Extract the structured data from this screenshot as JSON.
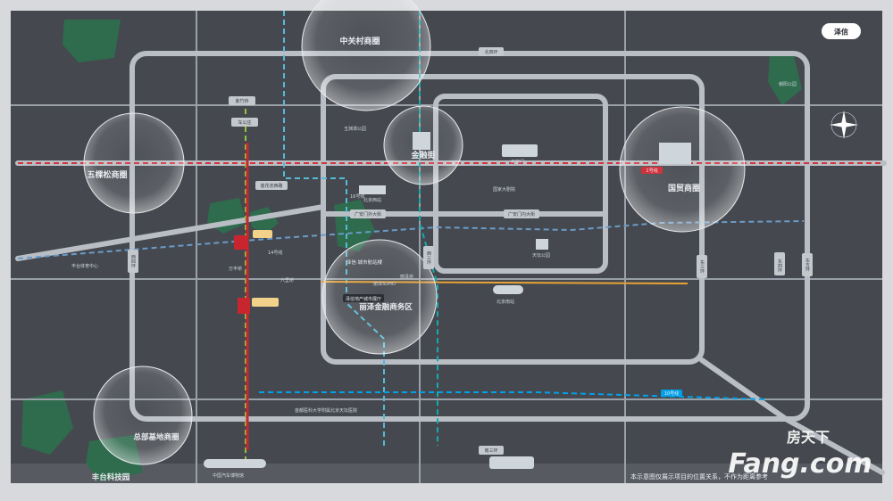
{
  "districts": {
    "zhongguancun": "中关村商圈",
    "wukesong": "五棵松商圈",
    "jinrongjie": "金融街",
    "guomao": "国贸商圈",
    "lize": "丽泽金融商务区",
    "fengtai_headquarters": "总部基地商圈",
    "fengtai_tech": "丰台科技园"
  },
  "ring_roads": {
    "north_4th": "北四环",
    "east_4th": "东四环",
    "east_3rd": "东三环",
    "west_3rd": "西三环",
    "west_4th": "西四环",
    "south_3rd": "南三环",
    "east_5th": "东五环"
  },
  "streets": {
    "guanganmen_outer": "广安门外大街",
    "guanganmen_inner": "广安门内大街",
    "lianhuachi_west": "莲花池西路",
    "ziyu": "紫竹桥",
    "chegongzhuang": "车公庄"
  },
  "project": {
    "name": "泽信·城市航站楼",
    "tag": "泽信地产城市展厅",
    "metro_14": "14号线",
    "metro_16": "16号线",
    "metro_10": "10号线",
    "metro_1": "1号线"
  },
  "pois": [
    "玉渊潭公园",
    "北京西站",
    "天安门",
    "国家大剧院",
    "北京南站",
    "天坛公园",
    "丽泽SOHO",
    "丽泽桥",
    "万丰桥",
    "六里桥",
    "首都医科大学附属北京天坛医院",
    "中国汽车博物馆",
    "朝阳公园",
    "丰台体育中心"
  ],
  "logo": "泽信",
  "watermark_small": "本示意图仅展示项目的位置关系，不作为距离参考",
  "watermark_brand": "房天下",
  "watermark_url": "Fang.com"
}
